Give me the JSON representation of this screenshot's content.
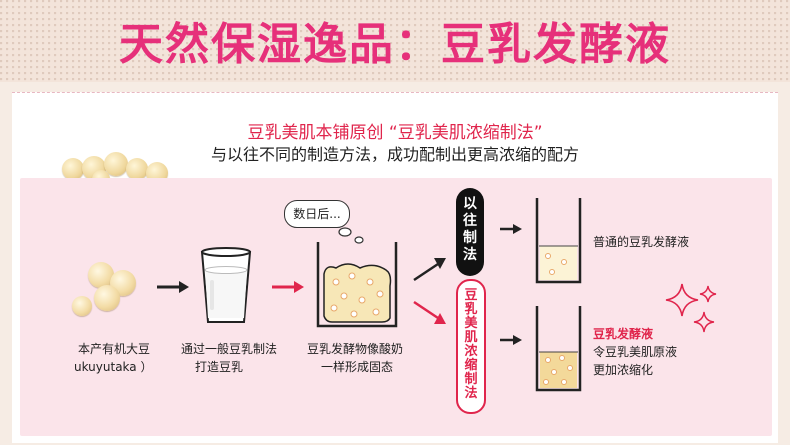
{
  "headline": "天然保湿逸品：豆乳发酵液",
  "subtitle": {
    "line1": "豆乳美肌本铺原创 “豆乳美肌浓缩制法”",
    "line2": "与以往不同的制造方法，成功配制出更高浓缩的配方"
  },
  "steps": [
    {
      "line1": "本产有机大豆",
      "line2": "ukuyutaka ）"
    },
    {
      "line1": "通过一般豆乳制法",
      "line2": "打造豆乳"
    },
    {
      "line1": "豆乳发酵物像酸奶",
      "line2": "一样形成固态"
    }
  ],
  "speech_bubble": "数日后...",
  "methods": {
    "old_label": "以往制法",
    "new_label": "豆乳美肌浓缩制法"
  },
  "results": {
    "old": "普通的豆乳发酵液",
    "new_title": "豆乳发酵液",
    "new_line1": "令豆乳美肌原液",
    "new_line2": "更加浓缩化"
  },
  "colors": {
    "accent": "#e6307a",
    "red": "#e0254c",
    "panel": "#fbe4ea"
  },
  "icons": [
    "soybean-icon",
    "milk-glass-icon",
    "arrow-right-icon",
    "container-icon",
    "sparkle-icon"
  ]
}
